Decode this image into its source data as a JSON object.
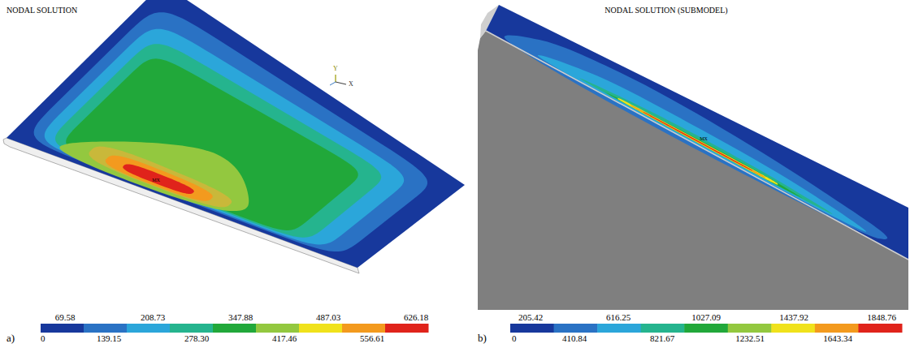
{
  "diagram": {
    "labels": [
      "NODAL SOLUTION",
      "Y",
      "X",
      "MX",
      "69.58",
      "208.73",
      "347.88",
      "487.03",
      "626.18",
      "0",
      "139.15",
      "278.30",
      "417.46",
      "556.61",
      "a)",
      "NODAL SOLUTION (SUBMODEL)",
      "MX",
      "205.42",
      "616.25",
      "1027.09",
      "1437.92",
      "1848.76",
      "0",
      "410.84",
      "821.67",
      "1232.51",
      "1643.34",
      "b)"
    ]
  }
}
